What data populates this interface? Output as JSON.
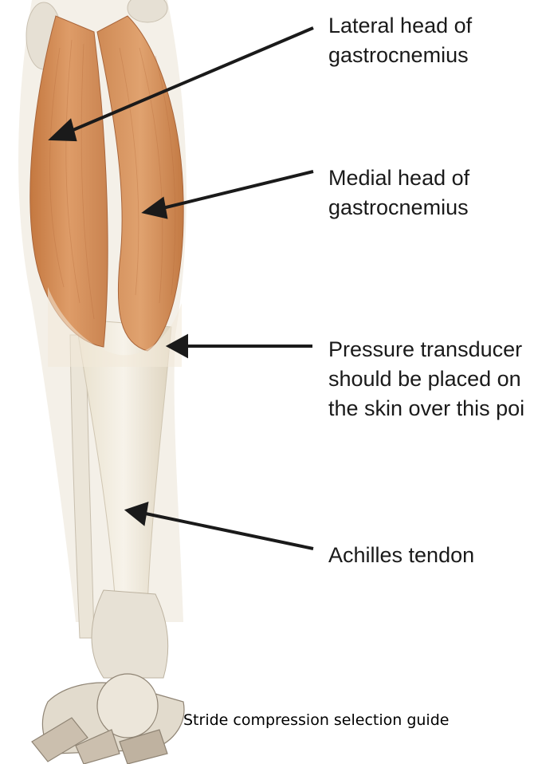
{
  "labels": {
    "lateral_head": "Lateral head of\ngastrocnemius",
    "medial_head": "Medial head of\ngastrocnemius",
    "pressure_transducer": {
      "line1": "Pressure transducer",
      "line2": "should be placed on",
      "line3": "the skin over this poi"
    },
    "achilles": "Achilles tendon"
  },
  "caption": "Stride compression selection guide",
  "colors": {
    "muscle": "#d48a57",
    "tendon": "#efe8d6",
    "bone": "#e3ddd2",
    "arrow": "#1a1a1a",
    "text": "#1a1a1a"
  }
}
